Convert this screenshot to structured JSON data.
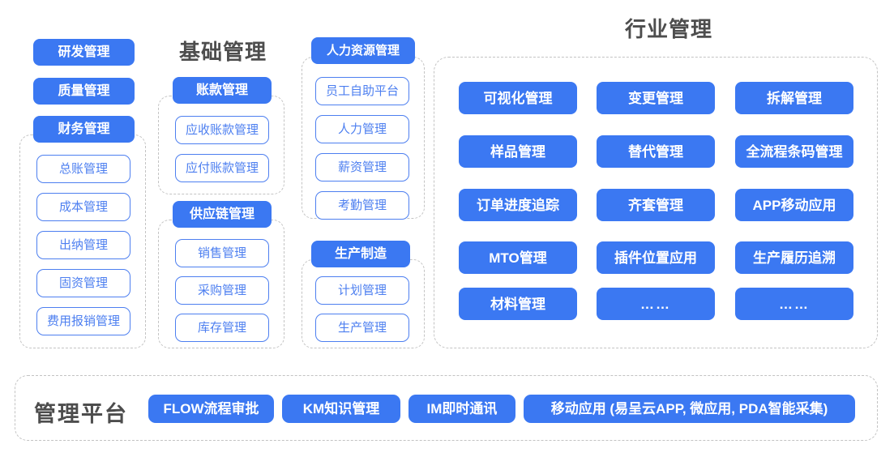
{
  "diagram": {
    "title_colors": {
      "heading": "#4d4d4d",
      "solid_chip_bg": "#3b78f2",
      "solid_chip_text": "#ffffff",
      "outline_chip_border": "#4d7ff0",
      "outline_chip_text": "#4d7ff0",
      "dashed_border": "#c3c3c3",
      "background": "#ffffff"
    },
    "column1": {
      "standalone": [
        {
          "label": "研发管理"
        },
        {
          "label": "质量管理"
        }
      ],
      "group": {
        "header": "财务管理",
        "items": [
          {
            "label": "总账管理"
          },
          {
            "label": "成本管理"
          },
          {
            "label": "出纳管理"
          },
          {
            "label": "固资管理"
          },
          {
            "label": "费用报销管理"
          }
        ]
      }
    },
    "column2": {
      "title": "基础管理",
      "groups": [
        {
          "header": "账款管理",
          "items": [
            {
              "label": "应收账款管理"
            },
            {
              "label": "应付账款管理"
            }
          ]
        },
        {
          "header": "供应链管理",
          "items": [
            {
              "label": "销售管理"
            },
            {
              "label": "采购管理"
            },
            {
              "label": "库存管理"
            }
          ]
        }
      ]
    },
    "column3": {
      "groups": [
        {
          "header": "人力资源管理",
          "items": [
            {
              "label": "员工自助平台"
            },
            {
              "label": "人力管理"
            },
            {
              "label": "薪资管理"
            },
            {
              "label": "考勤管理"
            }
          ]
        },
        {
          "header": "生产制造",
          "items": [
            {
              "label": "计划管理"
            },
            {
              "label": "生产管理"
            }
          ]
        }
      ]
    },
    "industry": {
      "title": "行业管理",
      "grid": [
        [
          "可视化管理",
          "变更管理",
          "拆解管理"
        ],
        [
          "样品管理",
          "替代管理",
          "全流程条码管理"
        ],
        [
          "订单进度追踪",
          "齐套管理",
          "APP移动应用"
        ],
        [
          "MTO管理",
          "插件位置应用",
          "生产履历追溯"
        ],
        [
          "材料管理",
          "……",
          "……"
        ]
      ]
    },
    "platform": {
      "title": "管理平台",
      "items": [
        {
          "label": "FLOW流程审批"
        },
        {
          "label": "KM知识管理"
        },
        {
          "label": "IM即时通讯"
        },
        {
          "label": "移动应用 (易呈云APP, 微应用, PDA智能采集)"
        }
      ]
    }
  }
}
